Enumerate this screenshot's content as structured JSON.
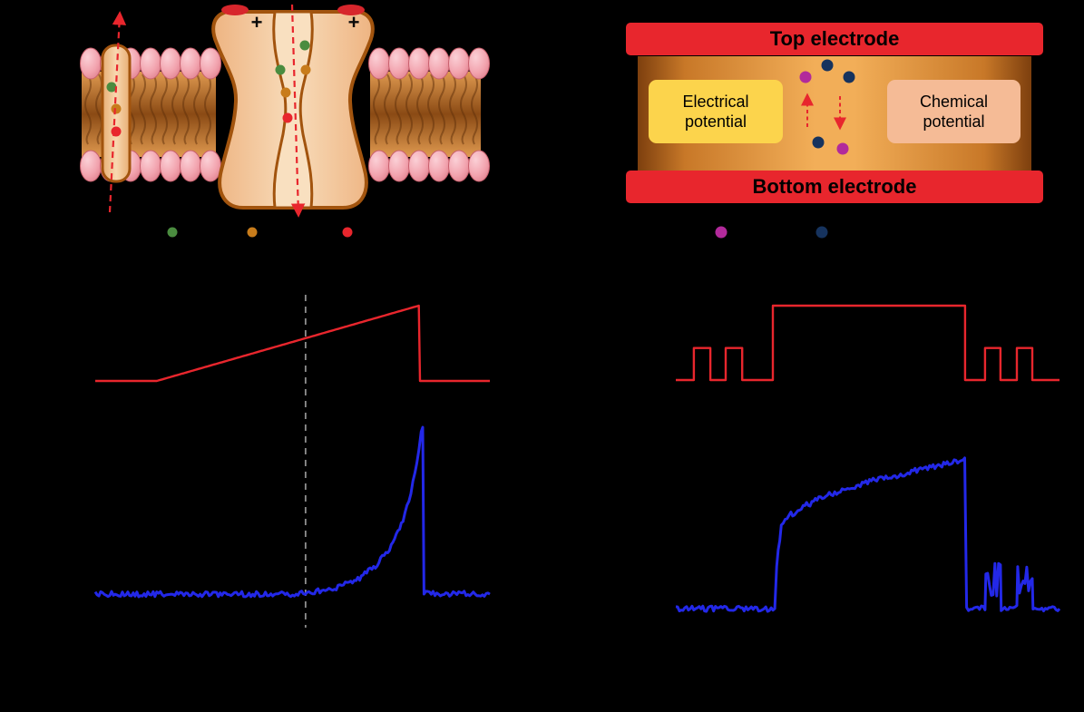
{
  "figure": {
    "background": "#000000"
  },
  "colors": {
    "electrode_red": "#e8262d",
    "yellow_box": "#fcd44c",
    "peach_box": "#f5bb96",
    "ion_green": "#4a8c3f",
    "ion_orange": "#c87c1b",
    "ion_red": "#e8262d",
    "ion_magenta": "#b22a9b",
    "ion_navy": "#16335e",
    "red_trace": "#e8262d",
    "blue_trace": "#2328e8",
    "dashed_marker": "#8f8f8f"
  },
  "membrane_panel": {
    "plus_left": "+",
    "plus_right": "+",
    "legend_dots": [
      {
        "name": "green-ion",
        "color_key": "ion_green"
      },
      {
        "name": "orange-ion",
        "color_key": "ion_orange"
      },
      {
        "name": "red-ion",
        "color_key": "ion_red"
      }
    ]
  },
  "device_panel": {
    "top_electrode_label": "Top electrode",
    "bottom_electrode_label": "Bottom electrode",
    "electrical_potential_label": "Electrical potential",
    "chemical_potential_label": "Chemical potential",
    "legend_dots": [
      {
        "name": "magenta-ion",
        "color_key": "ion_magenta"
      },
      {
        "name": "navy-ion",
        "color_key": "ion_navy"
      }
    ]
  },
  "chart_data": [
    {
      "type": "line",
      "title": "",
      "x_range": [
        0,
        100
      ],
      "threshold_marker_x": 53.3,
      "series": [
        {
          "name": "applied-voltage-ramp",
          "color": "#e8262d",
          "y_range": [
            0,
            1
          ],
          "points": [
            [
              0,
              0
            ],
            [
              15.6,
              0
            ],
            [
              82,
              1
            ],
            [
              82.3,
              0
            ],
            [
              100,
              0
            ]
          ]
        },
        {
          "name": "ionic-current",
          "color": "#2328e8",
          "y_range": [
            0,
            1
          ],
          "noise": 0.016,
          "points": [
            [
              0,
              0.005
            ],
            [
              50,
              0.005
            ],
            [
              56,
              0.02
            ],
            [
              62,
              0.05
            ],
            [
              67,
              0.1
            ],
            [
              71,
              0.17
            ],
            [
              75,
              0.29
            ],
            [
              78,
              0.45
            ],
            [
              80,
              0.6
            ],
            [
              81.5,
              0.78
            ],
            [
              82.6,
              0.97
            ],
            [
              83,
              1
            ],
            [
              83.3,
              0.01
            ],
            [
              100,
              0.005
            ]
          ]
        }
      ]
    },
    {
      "type": "line",
      "title": "",
      "x_range": [
        0,
        100
      ],
      "series": [
        {
          "name": "applied-voltage-pulses",
          "color": "#e8262d",
          "y_range": [
            0,
            1
          ],
          "points": [
            [
              0,
              0
            ],
            [
              4.7,
              0
            ],
            [
              4.7,
              0.43
            ],
            [
              9,
              0.43
            ],
            [
              9,
              0
            ],
            [
              13,
              0
            ],
            [
              13,
              0.43
            ],
            [
              17.3,
              0.43
            ],
            [
              17.3,
              0
            ],
            [
              25.3,
              0
            ],
            [
              25.3,
              1
            ],
            [
              75.4,
              1
            ],
            [
              75.4,
              0
            ],
            [
              80.6,
              0
            ],
            [
              80.6,
              0.43
            ],
            [
              84.6,
              0.43
            ],
            [
              84.6,
              0
            ],
            [
              88.9,
              0
            ],
            [
              88.9,
              0.43
            ],
            [
              92.9,
              0.43
            ],
            [
              92.9,
              0
            ],
            [
              100,
              0
            ]
          ]
        },
        {
          "name": "ionic-current",
          "color": "#2328e8",
          "y_range": [
            0,
            1
          ],
          "noise": 0.018,
          "points": [
            [
              0,
              0.005,
              0.018
            ],
            [
              25.8,
              0.005,
              0.018
            ],
            [
              26.3,
              0.3,
              0.02
            ],
            [
              27.5,
              0.55,
              0.02
            ],
            [
              30,
              0.63,
              0.02
            ],
            [
              35,
              0.7,
              0.02
            ],
            [
              40,
              0.76,
              0.02
            ],
            [
              50,
              0.84,
              0.02
            ],
            [
              60,
              0.9,
              0.02
            ],
            [
              68,
              0.95,
              0.02
            ],
            [
              73,
              0.98,
              0.02
            ],
            [
              75.3,
              1,
              0.02
            ],
            [
              75.8,
              0.01,
              0.018
            ],
            [
              80.6,
              0.01,
              0.018
            ],
            [
              80.8,
              0.2,
              0.11
            ],
            [
              84.6,
              0.2,
              0.11
            ],
            [
              84.8,
              0.01,
              0.018
            ],
            [
              88.9,
              0.01,
              0.018
            ],
            [
              89.1,
              0.2,
              0.11
            ],
            [
              92.9,
              0.2,
              0.11
            ],
            [
              93.1,
              0.01,
              0.018
            ],
            [
              100,
              0.005,
              0.018
            ]
          ]
        }
      ]
    }
  ]
}
